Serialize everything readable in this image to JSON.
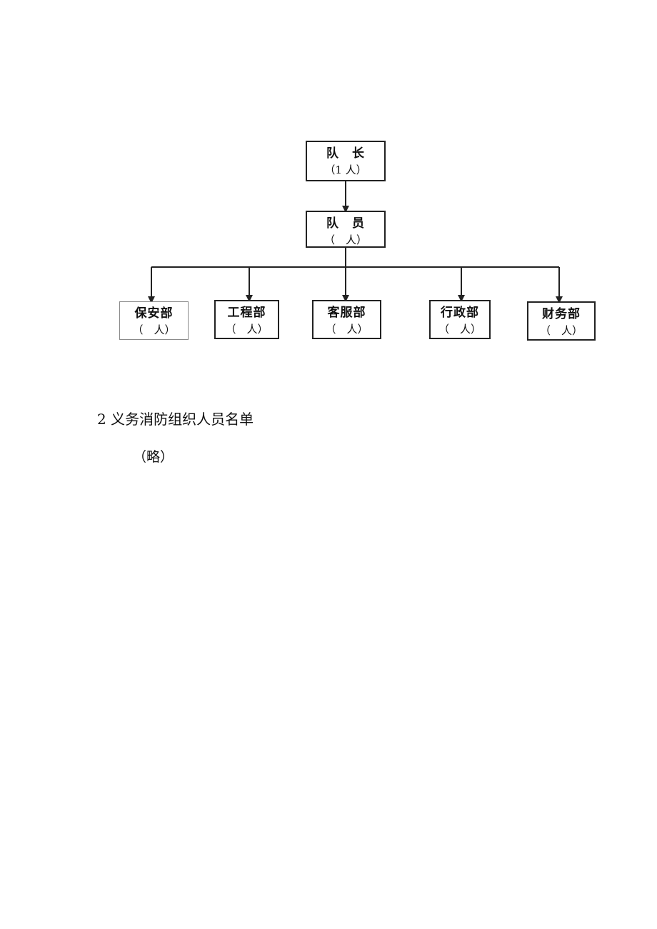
{
  "org_chart": {
    "captain": {
      "title": "队　长",
      "count": "（1 人）"
    },
    "member": {
      "title": "队　员",
      "count": "（　人）"
    },
    "departments": [
      {
        "title": "保安部",
        "count": "（　人）"
      },
      {
        "title": "工程部",
        "count": "（　人）"
      },
      {
        "title": "客服部",
        "count": "（　人）"
      },
      {
        "title": "行政部",
        "count": "（　人）"
      },
      {
        "title": "财务部",
        "count": "（　人）"
      }
    ]
  },
  "section": {
    "heading": "2 义务消防组织人员名单",
    "note": "（略）"
  }
}
